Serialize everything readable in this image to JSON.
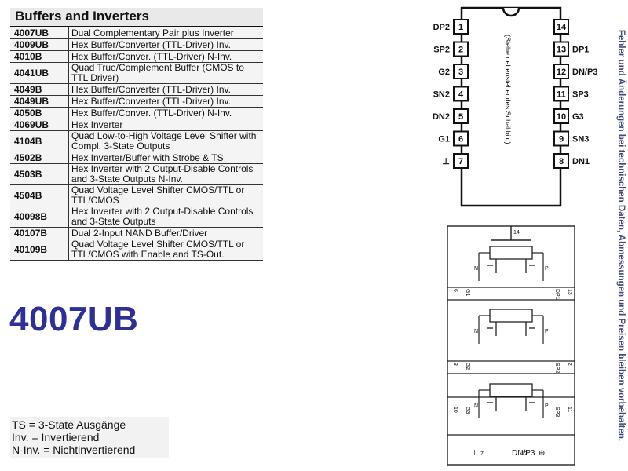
{
  "table": {
    "title": "Buffers and Inverters",
    "rows": [
      {
        "code": "4007UB",
        "desc": "Dual Complementary Pair plus Inverter"
      },
      {
        "code": "4009UB",
        "desc": "Hex Buffer/Converter (TTL-Driver) Inv."
      },
      {
        "code": "4010B",
        "desc": "Hex Buffer/Conver. (TTL-Driver) N-Inv."
      },
      {
        "code": "4041UB",
        "desc": "Quad True/Complement Buffer (CMOS to TTL Driver)"
      },
      {
        "code": "4049B",
        "desc": "Hex Buffer/Converter (TTL-Driver) Inv."
      },
      {
        "code": "4049UB",
        "desc": "Hex Buffer/Converter (TTL-Driver) Inv."
      },
      {
        "code": "4050B",
        "desc": "Hex Buffer/Conver. (TTL-Driver) N-Inv."
      },
      {
        "code": "4069UB",
        "desc": "Hex Inverter"
      },
      {
        "code": "4104B",
        "desc": "Quad Low-to-High Voltage Level Shifter with Compl. 3-State Outputs"
      },
      {
        "code": "4502B",
        "desc": "Hex Inverter/Buffer with Strobe & TS"
      },
      {
        "code": "4503B",
        "desc": "Hex Inverter with 2 Output-Disable Controls and 3-State Outputs N-Inv."
      },
      {
        "code": "4504B",
        "desc": "Quad Voltage Level Shifter CMOS/TTL or TTL/CMOS"
      },
      {
        "code": "40098B",
        "desc": "Hex Inverter with 2 Output-Disable Controls and 3-State Outputs"
      },
      {
        "code": "40107B",
        "desc": "Dual 2-Input NAND Buffer/Driver"
      },
      {
        "code": "40109B",
        "desc": "Quad Voltage Level Shifter CMOS/TTL or TTL/CMOS with Enable and TS-Out."
      }
    ]
  },
  "product_title": "4007UB",
  "legend": {
    "ts": "TS = 3-State Ausgänge",
    "inv": "Inv. = Invertierend",
    "ninv": "N-Inv. =  Nichtinvertierend"
  },
  "side_note": "Fehler und Änderungen bei technischen Daten, Abmessungen und Preisen bleiben vorbehalten.",
  "pinout": {
    "inner_note": "(Siehe nebenstehendes Schaltbild)",
    "left_pins": [
      {
        "num": "1",
        "label": "DP2"
      },
      {
        "num": "2",
        "label": "SP2"
      },
      {
        "num": "3",
        "label": "G2"
      },
      {
        "num": "4",
        "label": "SN2"
      },
      {
        "num": "5",
        "label": "DN2"
      },
      {
        "num": "6",
        "label": "G1"
      },
      {
        "num": "7",
        "label": "⊥"
      }
    ],
    "right_pins": [
      {
        "num": "14",
        "label": ""
      },
      {
        "num": "13",
        "label": "DP1"
      },
      {
        "num": "12",
        "label": "DN/P3"
      },
      {
        "num": "11",
        "label": "SP3"
      },
      {
        "num": "10",
        "label": "G3"
      },
      {
        "num": "9",
        "label": "SN3"
      },
      {
        "num": "8",
        "label": "DN1"
      }
    ]
  },
  "schematic": {
    "top_label": "14",
    "left_labels": [
      {
        "num": "6",
        "name": "G1"
      },
      {
        "num": "3",
        "name": "G2"
      },
      {
        "num": "10",
        "name": "G3"
      }
    ],
    "right_labels": [
      {
        "num": "13",
        "name": "DP1"
      },
      {
        "num": "2",
        "name": "SP2"
      },
      {
        "num": "11",
        "name": "SP3"
      }
    ],
    "bottom_labels": [
      {
        "num": "7",
        "name": "⊥"
      },
      {
        "num": "12",
        "name": "DN/P3"
      },
      {
        "num": "",
        "name": "⊕"
      }
    ],
    "channel_labels": [
      "N",
      "P"
    ]
  }
}
